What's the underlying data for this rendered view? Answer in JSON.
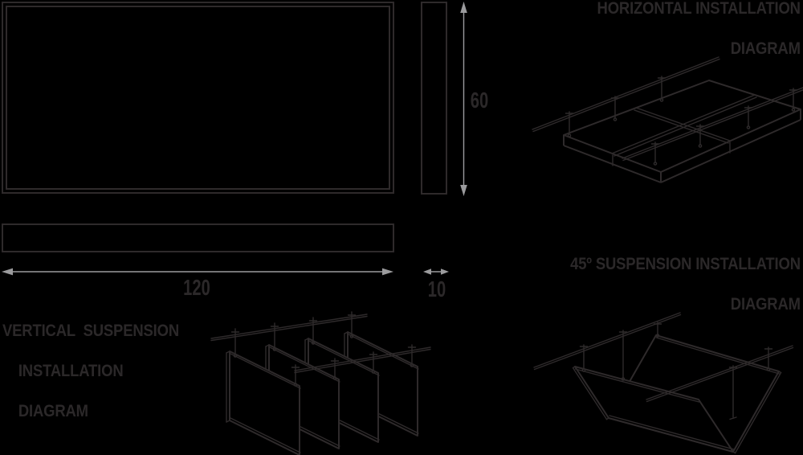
{
  "canvas": {
    "background": "#000000",
    "line_color": "#2e2a2b",
    "text_color": "#2b2829",
    "dimension_color": "#9b9b9d"
  },
  "dimensions": {
    "height_label": "60",
    "width_label": "120",
    "thickness_label": "10"
  },
  "titles": {
    "horizontal_line1": "HORIZONTAL INSTALLATION",
    "horizontal_line2": "DIAGRAM",
    "deg45_line1": "45º SUSPENSION INSTALLATION",
    "deg45_line2": "DIAGRAM",
    "vertical_line1": "VERTICAL  SUSPENSION",
    "vertical_line2": "INSTALLATION",
    "vertical_line3": "DIAGRAM"
  }
}
